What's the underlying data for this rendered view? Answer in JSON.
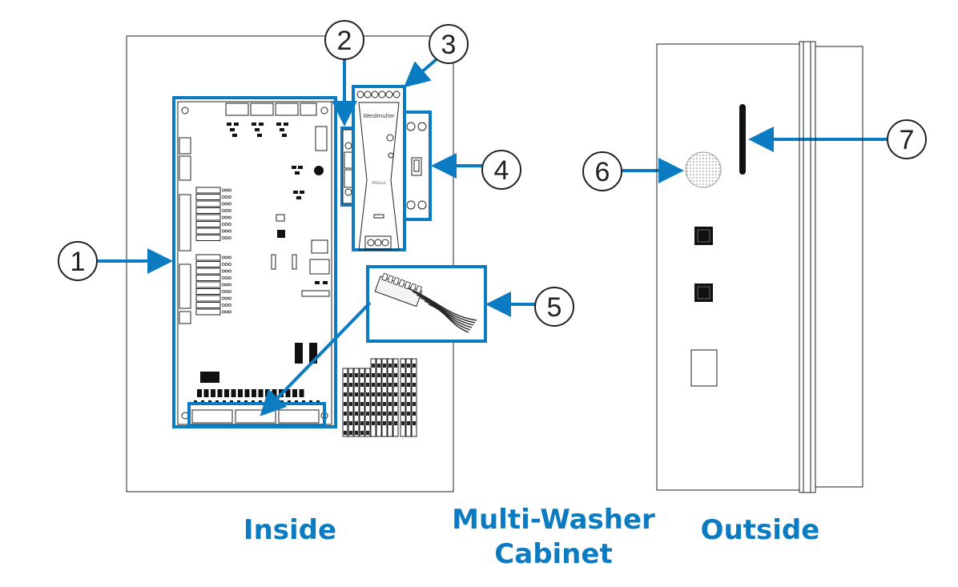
{
  "labels": {
    "inside": "Inside",
    "cabinet_line1": "Multi-Washer",
    "cabinet_line2": "Cabinet",
    "outside": "Outside"
  },
  "callouts": [
    "1",
    "2",
    "3",
    "4",
    "5",
    "6",
    "7"
  ],
  "power_supply": {
    "brand": "Weidmuller",
    "model": "PROeco"
  },
  "colors": {
    "accent": "#0b7cc2",
    "line": "#222222"
  }
}
